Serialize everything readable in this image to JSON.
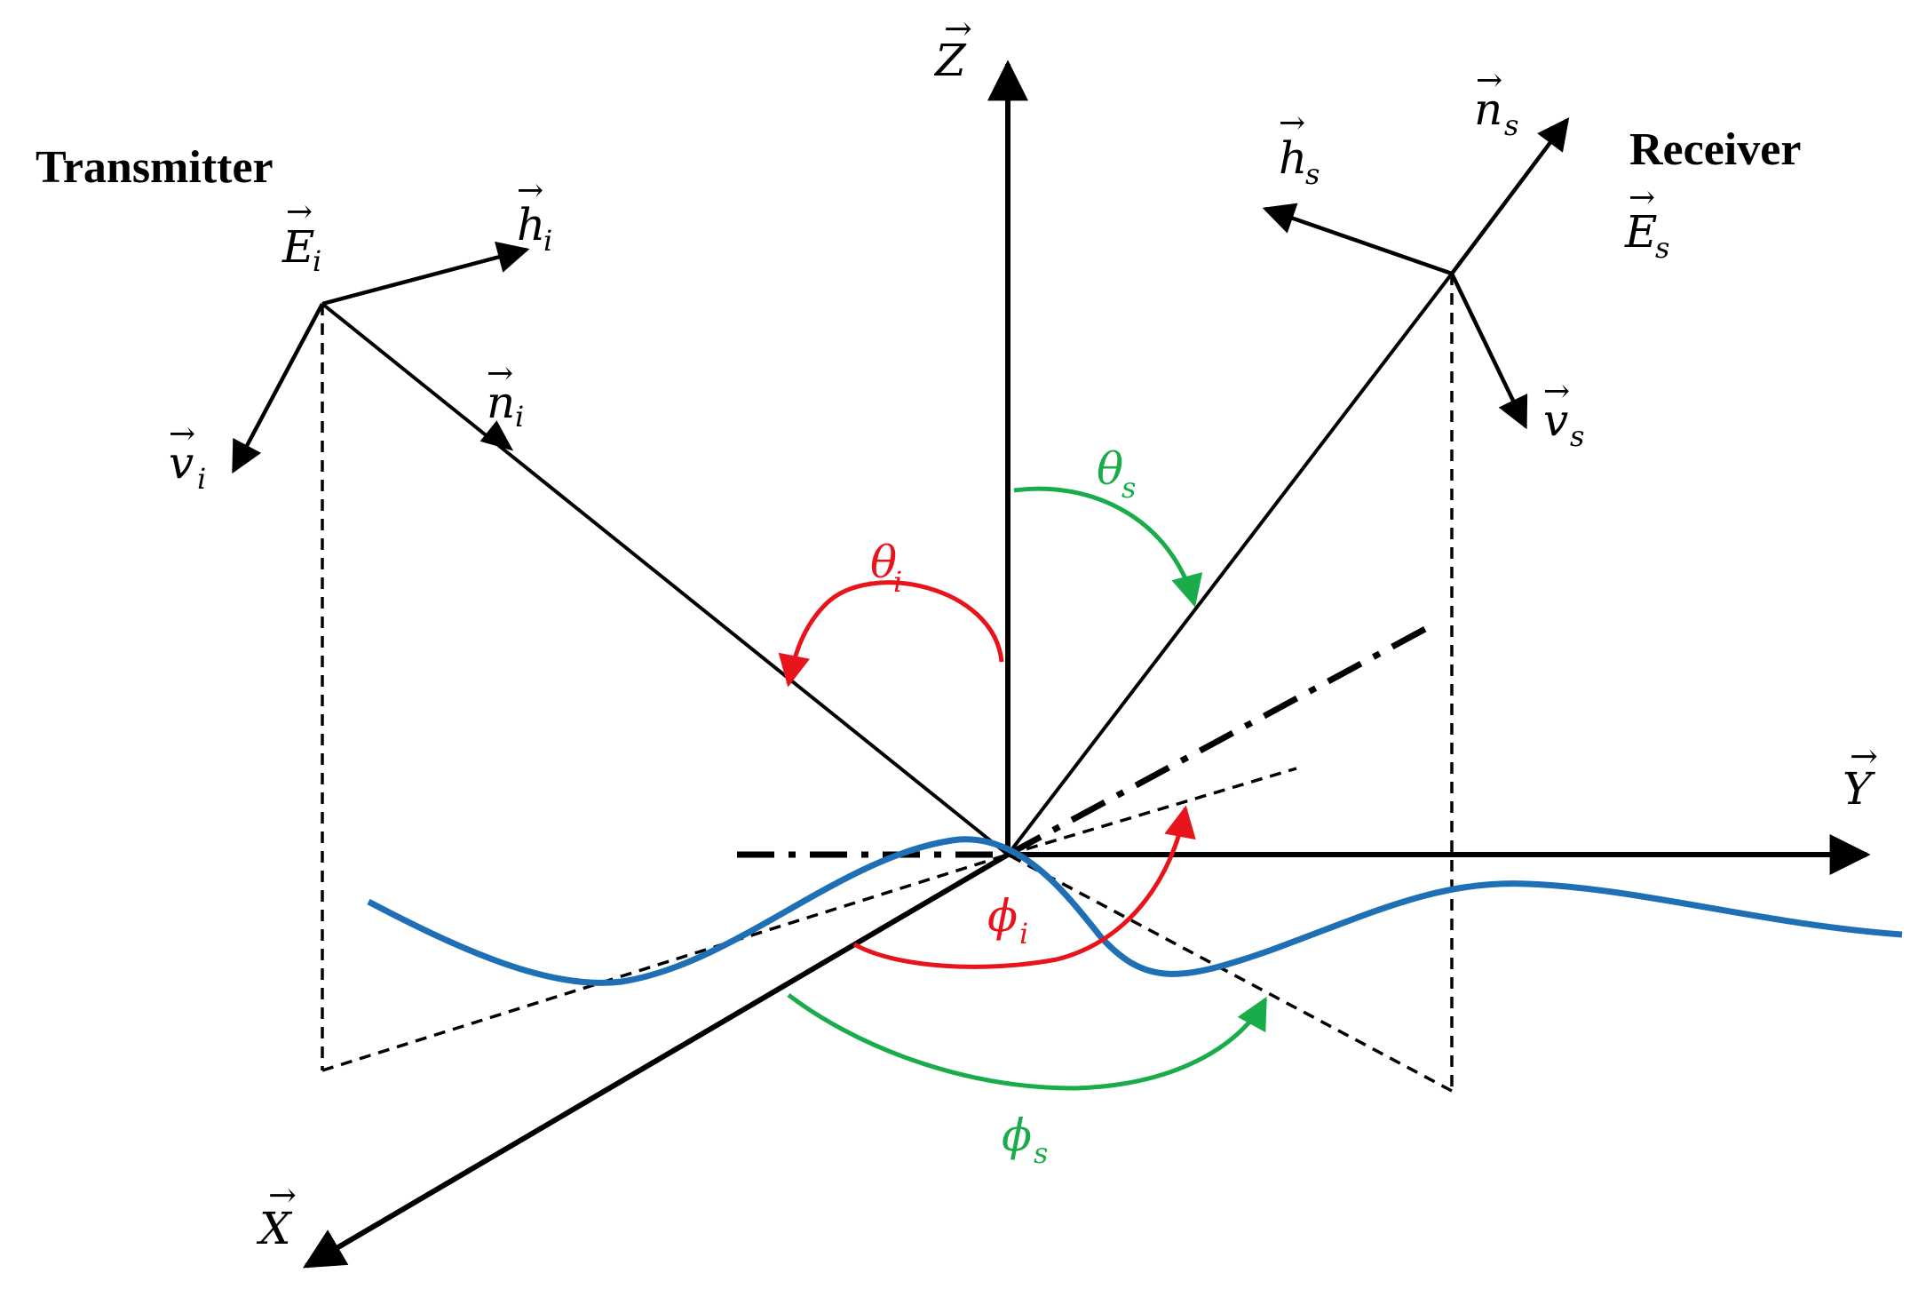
{
  "labels": {
    "transmitter": "Transmitter",
    "receiver": "Receiver",
    "axis_z": "Z",
    "axis_y": "Y",
    "axis_x": "X",
    "e_i": "E",
    "e_i_sub": "i",
    "h_i": "h",
    "h_i_sub": "i",
    "n_i": "n",
    "n_i_sub": "i",
    "v_i": "v",
    "v_i_sub": "i",
    "e_s": "E",
    "e_s_sub": "s",
    "h_s": "h",
    "h_s_sub": "s",
    "n_s": "n",
    "n_s_sub": "s",
    "v_s": "v",
    "v_s_sub": "s",
    "theta_i": "θ",
    "theta_i_sub": "i",
    "theta_s": "θ",
    "theta_s_sub": "s",
    "phi_i": "ϕ",
    "phi_i_sub": "i",
    "phi_s": "ϕ",
    "phi_s_sub": "s",
    "vec_arrow": "⃗"
  },
  "colors": {
    "incident_angle": "#e8141c",
    "scatter_angle": "#1aab4b",
    "surface": "#1f6fb5",
    "ink": "#000000"
  }
}
